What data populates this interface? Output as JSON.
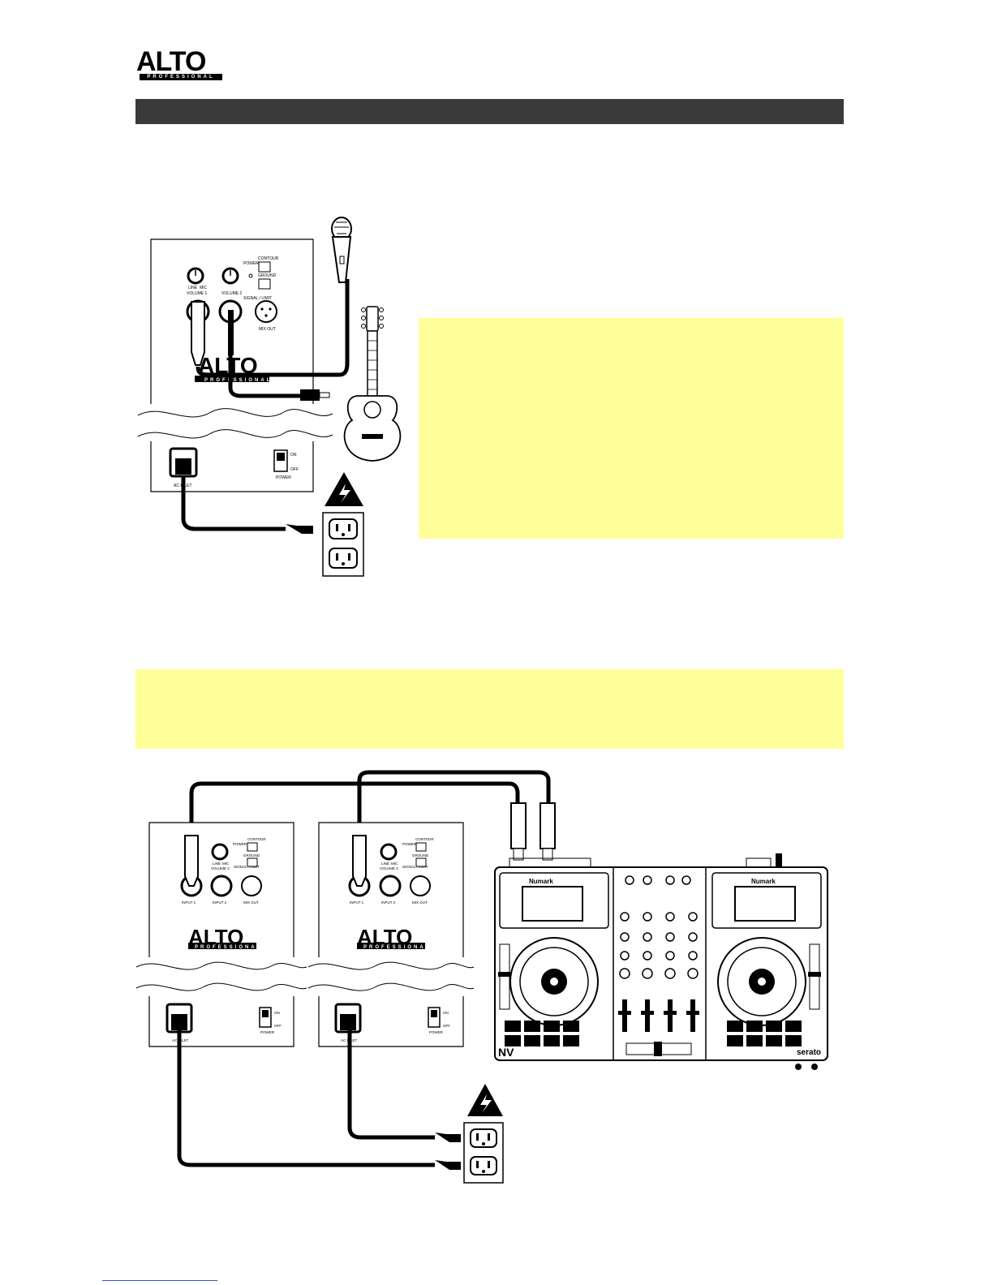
{
  "brand": {
    "logo_word": "ALTO",
    "logo_sub": "PROFESSIONAL"
  },
  "colors": {
    "header_bar": "#3a3a3a",
    "note_background": "#ffff99",
    "footer_link": "#3355cc"
  },
  "speaker_panel": {
    "volume_1": "VOLUME 1",
    "volume_2": "VOLUME 2",
    "line": "LINE",
    "mic": "MIC",
    "power": "POWER",
    "contour": "CONTOUR",
    "ground": "GROUND",
    "signal_limit": "SIGNAL / LIMIT",
    "input_1": "INPUT 1",
    "input_2": "INPUT 2",
    "mix_out": "MIX OUT",
    "ac_inlet": "AC INLET",
    "power_switch": "POWER",
    "on": "ON",
    "off": "OFF"
  },
  "controller": {
    "brand": "Numark",
    "model": "NV",
    "software": "serato"
  },
  "icons": [
    "warning-lightning-icon",
    "wall-outlet-icon",
    "microphone-icon",
    "guitar-icon"
  ]
}
